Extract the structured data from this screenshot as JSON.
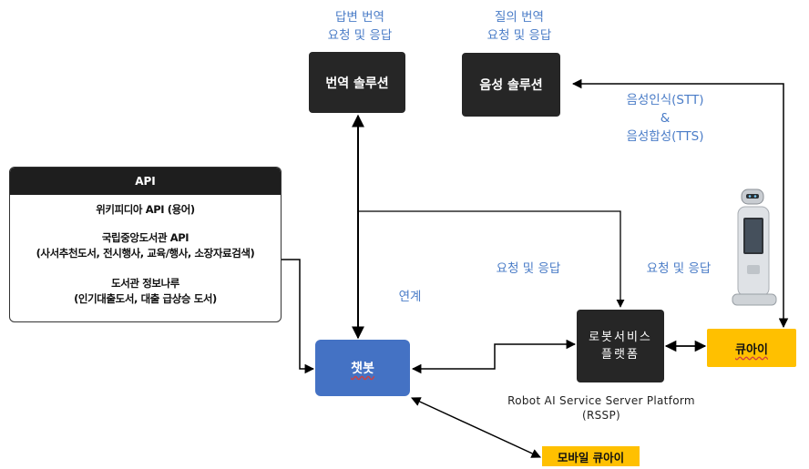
{
  "translation_label": [
    "답변 번역",
    "요청 및 응답"
  ],
  "voice_label": [
    "질의 번역",
    "요청 및 응답"
  ],
  "translation_box": "번역 솔루션",
  "voice_box": "음성 솔루션",
  "stt_tts_label": [
    "음성인식(STT)",
    "&",
    "음성합성(TTS)"
  ],
  "api_panel": {
    "header": "API",
    "wiki": "위키피디아 API (용어)",
    "national_library": "국립중앙도서관 API",
    "national_library_detail": "(사서추천도서, 전시행사, 교육/행사, 소장자료검색)",
    "library_info": "도서관 정보나루",
    "library_info_detail": "(인기대출도서, 대출 급상승 도서)"
  },
  "link_label": "연계",
  "request_response_1": "요청 및 응답",
  "request_response_2": "요청 및 응답",
  "chatbot": "챗봇",
  "robot_platform": [
    "로봇서비스",
    "플랫폼"
  ],
  "rssp_caption": [
    "Robot AI Service Server Platform",
    "(RSSP)"
  ],
  "cuai": "큐아이",
  "mobile_cuai": "모바일 큐아이",
  "colors": {
    "blue": "#4472c4",
    "yellow": "#ffc000",
    "dark": "#262626",
    "label_blue": "#4a7cc7"
  }
}
